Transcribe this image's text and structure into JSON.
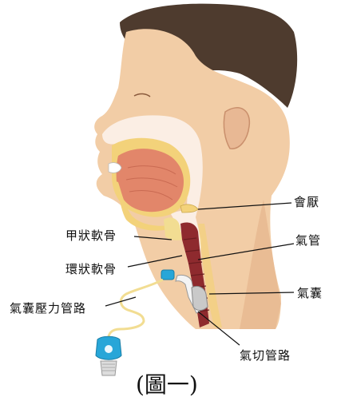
{
  "figure": {
    "caption": "(圖一)",
    "labels": {
      "epiglottis": "會厭",
      "thyroid_cartilage": "甲狀軟骨",
      "trachea": "氣管",
      "cricoid_cartilage": "環狀軟骨",
      "cuff": "氣囊",
      "cuff_pressure_line": "氣囊壓力管路",
      "tracheostomy_tube": "氣切管路"
    },
    "colors": {
      "skin": "#f2cda6",
      "skin_shadow": "#e3b088",
      "hair": "#4e3b2e",
      "tongue": "#e2866a",
      "airway": "#fbeee4",
      "trachea": "#8e2a2e",
      "cartilage": "#f2dd92",
      "cuff_connector": "#27a6d8",
      "tube": "#f4f4f4",
      "cuff": "#c9c9c9"
    }
  }
}
